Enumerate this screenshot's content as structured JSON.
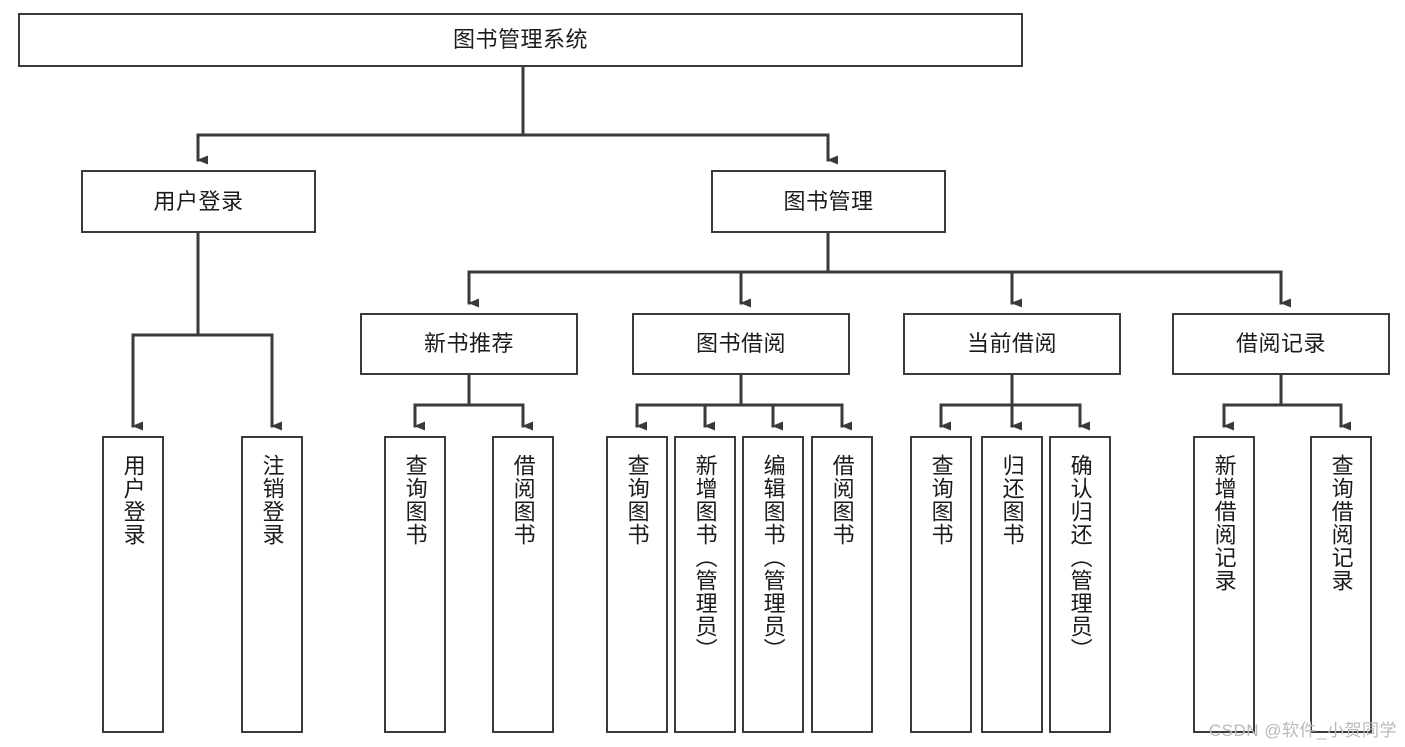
{
  "diagram": {
    "title": "图书管理系统",
    "type": "tree-hierarchy-chart",
    "watermark": "CSDN @软件_小贺同学",
    "colors": {
      "box_border": "#3a3a3a",
      "box_fill": "#ffffff",
      "edge": "#3a3a3a",
      "text": "#1b1b1b",
      "watermark": "#b9b9b9",
      "background": "#ffffff"
    },
    "root": {
      "label": "图书管理系统"
    },
    "level2": [
      {
        "label": "用户登录"
      },
      {
        "label": "图书管理"
      }
    ],
    "level3": [
      {
        "label": "新书推荐"
      },
      {
        "label": "图书借阅"
      },
      {
        "label": "当前借阅"
      },
      {
        "label": "借阅记录"
      }
    ],
    "leaves": {
      "user_login": [
        {
          "label": "用户登录"
        },
        {
          "label": "注销登录"
        }
      ],
      "new_book": [
        {
          "label": "查询图书"
        },
        {
          "label": "借阅图书"
        }
      ],
      "book_borrow": [
        {
          "label": "查询图书"
        },
        {
          "label": "新增图书（管理员）"
        },
        {
          "label": "编辑图书（管理员）"
        },
        {
          "label": "借阅图书"
        }
      ],
      "current_borrow": [
        {
          "label": "查询图书"
        },
        {
          "label": "归还图书"
        },
        {
          "label": "确认归还（管理员）"
        }
      ],
      "borrow_record": [
        {
          "label": "新增借阅记录"
        },
        {
          "label": "查询借阅记录"
        }
      ]
    }
  }
}
